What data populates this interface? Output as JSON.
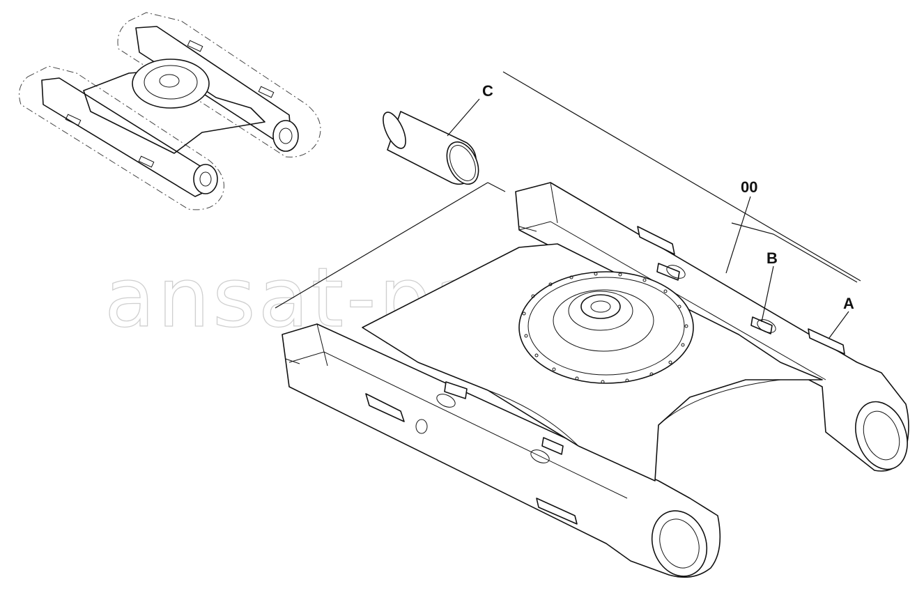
{
  "callouts": {
    "c": "C",
    "assembly": "00",
    "b": "B",
    "a": "A"
  },
  "watermark": "ansat-parts.ru"
}
